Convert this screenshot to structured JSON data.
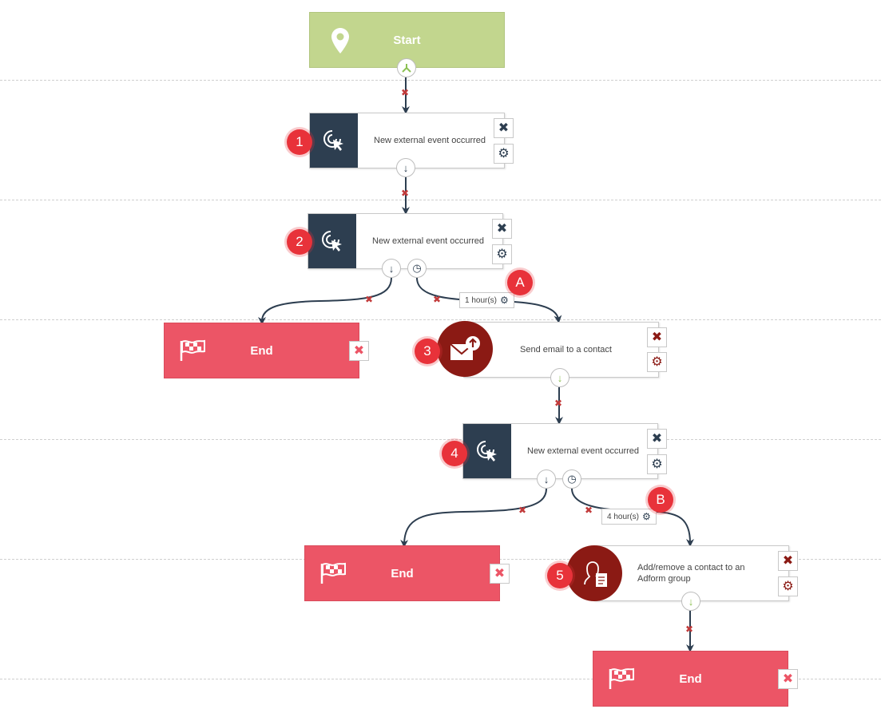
{
  "start": {
    "label": "Start"
  },
  "nodes": {
    "n1": {
      "label": "New external event occurred",
      "badge": "1"
    },
    "n2": {
      "label": "New external event occurred",
      "badge": "2"
    },
    "n3": {
      "label": "Send email to a contact",
      "badge": "3"
    },
    "n4": {
      "label": "New external event occurred",
      "badge": "4"
    },
    "n5": {
      "label": "Add/remove a contact to an Adform group",
      "badge": "5"
    }
  },
  "ends": {
    "e1": {
      "label": "End"
    },
    "e2": {
      "label": "End"
    },
    "e3": {
      "label": "End"
    }
  },
  "timers": {
    "a": {
      "value": "1 hour(s)",
      "badge": "A"
    },
    "b": {
      "value": "4 hour(s)",
      "badge": "B"
    }
  },
  "colors": {
    "start": "#c2d68e",
    "trigger": "#2d3e50",
    "action": "#8b1a14",
    "end": "#ec5566",
    "badge": "#e8323a"
  }
}
